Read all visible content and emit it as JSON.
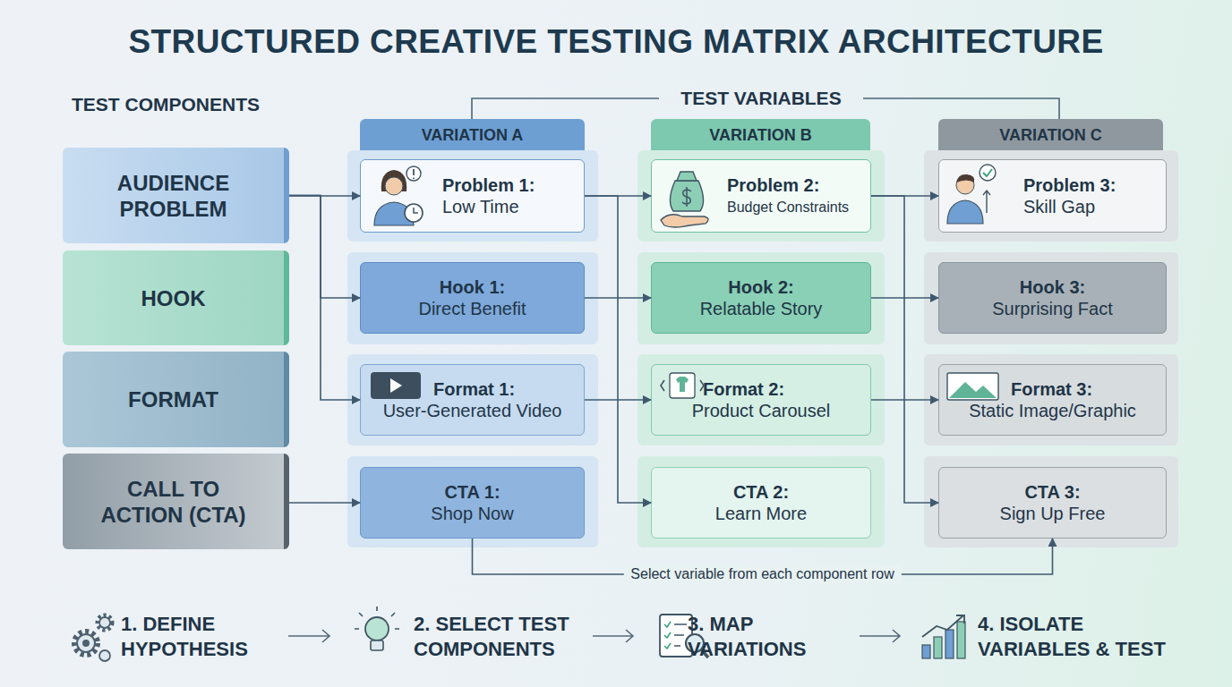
{
  "diagram": {
    "title": "STRUCTURED CREATIVE TESTING MATRIX ARCHITECTURE",
    "nodes": [
      {
        "text": [
          "AUDIENCE PROBLEM"
        ]
      },
      {
        "text": [
          "HOOK"
        ]
      },
      {
        "text": [
          "FORMAT"
        ]
      },
      {
        "text": [
          "CALL TO ACTION (CTA)"
        ]
      },
      {
        "text": [
          "VARIATION A"
        ]
      },
      {
        "text": [
          "VARIATION B"
        ]
      },
      {
        "text": [
          "VARIATION C"
        ]
      },
      {
        "text": [
          "Problem 1:",
          "Low Time"
        ]
      },
      {
        "text": [
          "Problem 2:",
          "Budget Constraints"
        ]
      },
      {
        "text": [
          "Problem 3:",
          "Skill Gap"
        ]
      },
      {
        "text": [
          "Hook 1:",
          "Direct Benefit"
        ]
      },
      {
        "text": [
          "Hook 2:",
          "Relatable Story"
        ]
      },
      {
        "text": [
          "Hook 3:",
          "Surprising Fact"
        ]
      },
      {
        "text": [
          "Format 1:",
          "User-Generated Video"
        ]
      },
      {
        "text": [
          "Format 2:",
          "Product Carousel"
        ]
      },
      {
        "text": [
          "Format 3:",
          "Static Image/Graphic"
        ]
      },
      {
        "text": [
          "CTA 1:",
          "Shop Now"
        ]
      },
      {
        "text": [
          "CTA 2:",
          "Learn More"
        ]
      },
      {
        "text": [
          "CTA 3:",
          "Sign Up Free"
        ]
      }
    ],
    "edges": [
      {
        "from": 0,
        "to": 7,
        "arrow": "to"
      },
      {
        "from": 0,
        "to": 10,
        "arrow": "to"
      },
      {
        "from": 0,
        "to": 13,
        "arrow": "to"
      },
      {
        "from": 3,
        "to": 16,
        "arrow": "to"
      },
      {
        "from": 7,
        "to": 8,
        "arrow": "to"
      },
      {
        "from": 7,
        "to": 17,
        "arrow": "to"
      },
      {
        "from": 8,
        "to": 9,
        "arrow": "to"
      },
      {
        "from": 8,
        "to": 18,
        "arrow": "to"
      },
      {
        "from": 10,
        "to": 11,
        "arrow": "to"
      },
      {
        "from": 11,
        "to": 12,
        "arrow": "to"
      },
      {
        "from": 13,
        "to": 14,
        "arrow": "to"
      },
      {
        "from": 14,
        "to": 15,
        "arrow": "to"
      },
      {
        "from": 16,
        "to": 18,
        "label": "Select variable from each component row",
        "arrow": "to"
      }
    ],
    "labels": [
      "TEST COMPONENTS",
      "TEST VARIABLES",
      "1. DEFINE HYPOTHESIS",
      "2. SELECT TEST COMPONENTS",
      "3. MAP VARIATIONS",
      "4. ISOLATE VARIABLES & TEST"
    ]
  }
}
